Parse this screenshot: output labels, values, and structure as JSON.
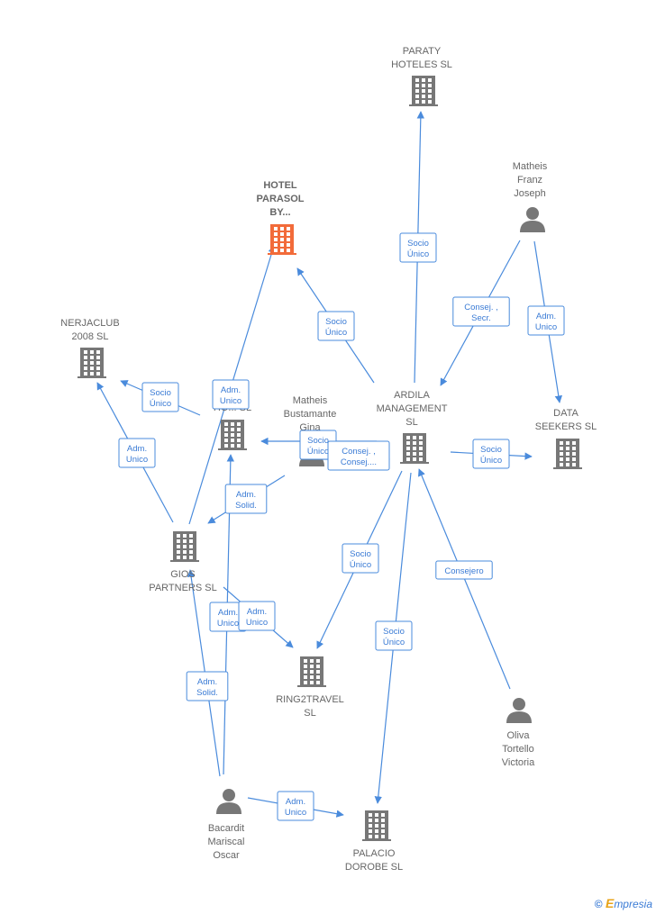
{
  "colors": {
    "edge": "#4a8bdc",
    "company": "#777777",
    "focus_company": "#f26b3a",
    "person": "#777777"
  },
  "nodes": [
    {
      "id": "paraty",
      "type": "company",
      "icon": "building-icon",
      "label": [
        "PARATY",
        "HOTELES SL"
      ]
    },
    {
      "id": "hotel",
      "type": "company",
      "focus": true,
      "icon": "building-icon",
      "label": [
        "HOTEL",
        "PARASOL",
        "BY..."
      ]
    },
    {
      "id": "matheis_franz",
      "type": "person",
      "icon": "person-icon",
      "label": [
        "Matheis",
        "Franz",
        "Joseph"
      ]
    },
    {
      "id": "nerjaclub",
      "type": "company",
      "icon": "building-icon",
      "label": [
        "NERJACLUB",
        "2008 SL"
      ]
    },
    {
      "id": "d_hotels",
      "type": "company",
      "icon": "building-icon",
      "label": [
        "D",
        "HO... SL"
      ]
    },
    {
      "id": "matheis_gina",
      "type": "person",
      "icon": "person-icon",
      "label": [
        "Matheis",
        "Bustamante",
        "Gina"
      ]
    },
    {
      "id": "ardila",
      "type": "company",
      "icon": "building-icon",
      "label": [
        "ARDILA",
        "MANAGEMENT",
        "SL"
      ]
    },
    {
      "id": "data_seekers",
      "type": "company",
      "icon": "building-icon",
      "label": [
        "DATA",
        "SEEKERS  SL"
      ]
    },
    {
      "id": "gios",
      "type": "company",
      "icon": "building-icon",
      "label": [
        "GIOS",
        "PARTNERS  SL"
      ]
    },
    {
      "id": "ring2travel",
      "type": "company",
      "icon": "building-icon",
      "label": [
        "RING2TRAVEL",
        "SL"
      ]
    },
    {
      "id": "oliva",
      "type": "person",
      "icon": "person-icon",
      "label": [
        "Oliva",
        "Tortello",
        "Victoria"
      ]
    },
    {
      "id": "bacardit",
      "type": "person",
      "icon": "person-icon",
      "label": [
        "Bacardit",
        "Mariscal",
        "Oscar"
      ]
    },
    {
      "id": "palacio",
      "type": "company",
      "icon": "building-icon",
      "label": [
        "PALACIO",
        "DOROBE  SL"
      ]
    }
  ],
  "edges": [
    {
      "from": "ardila",
      "to": "paraty",
      "label": [
        "Socio",
        "Único"
      ]
    },
    {
      "from": "ardila",
      "to": "hotel",
      "label": [
        "Socio",
        "Único"
      ]
    },
    {
      "from": "matheis_franz",
      "to": "ardila",
      "label": [
        "Consej. ,",
        "Secr."
      ]
    },
    {
      "from": "matheis_franz",
      "to": "data_seekers",
      "label": [
        "Adm.",
        "Unico"
      ]
    },
    {
      "from": "d_hotels",
      "to": "nerjaclub",
      "label": [
        "Socio",
        "Único"
      ]
    },
    {
      "from": "gios",
      "to": "nerjaclub",
      "label": [
        "Adm.",
        "Unico"
      ]
    },
    {
      "from": "gios",
      "to": "hotel",
      "label": [
        "Adm.",
        "Unico"
      ]
    },
    {
      "from": "ardila",
      "to": "d_hotels",
      "label": [
        "Socio",
        "Único"
      ]
    },
    {
      "from": "matheis_gina",
      "to": "ardila",
      "label": [
        "Consej. ,",
        "Consej...."
      ]
    },
    {
      "from": "ardila",
      "to": "data_seekers",
      "label": [
        "Socio",
        "Único"
      ]
    },
    {
      "from": "matheis_gina",
      "to": "gios",
      "label": [
        "Adm.",
        "Solid."
      ]
    },
    {
      "from": "ardila",
      "to": "ring2travel",
      "label": [
        "Socio",
        "Único"
      ]
    },
    {
      "from": "oliva",
      "to": "ardila",
      "label": [
        "Consejero"
      ]
    },
    {
      "from": "ardila",
      "to": "palacio",
      "label": [
        "Socio",
        "Único"
      ]
    },
    {
      "from": "bacardit",
      "to": "d_hotels",
      "label": [
        "Adm.",
        "Unico"
      ]
    },
    {
      "from": "gios",
      "to": "ring2travel",
      "label": [
        "Adm.",
        "Unico"
      ]
    },
    {
      "from": "bacardit",
      "to": "gios",
      "label": [
        "Adm.",
        "Solid."
      ]
    },
    {
      "from": "bacardit",
      "to": "palacio",
      "label": [
        "Adm.",
        "Unico"
      ]
    }
  ],
  "brand": {
    "copyright": "©",
    "initial": "E",
    "rest": "mpresia"
  }
}
